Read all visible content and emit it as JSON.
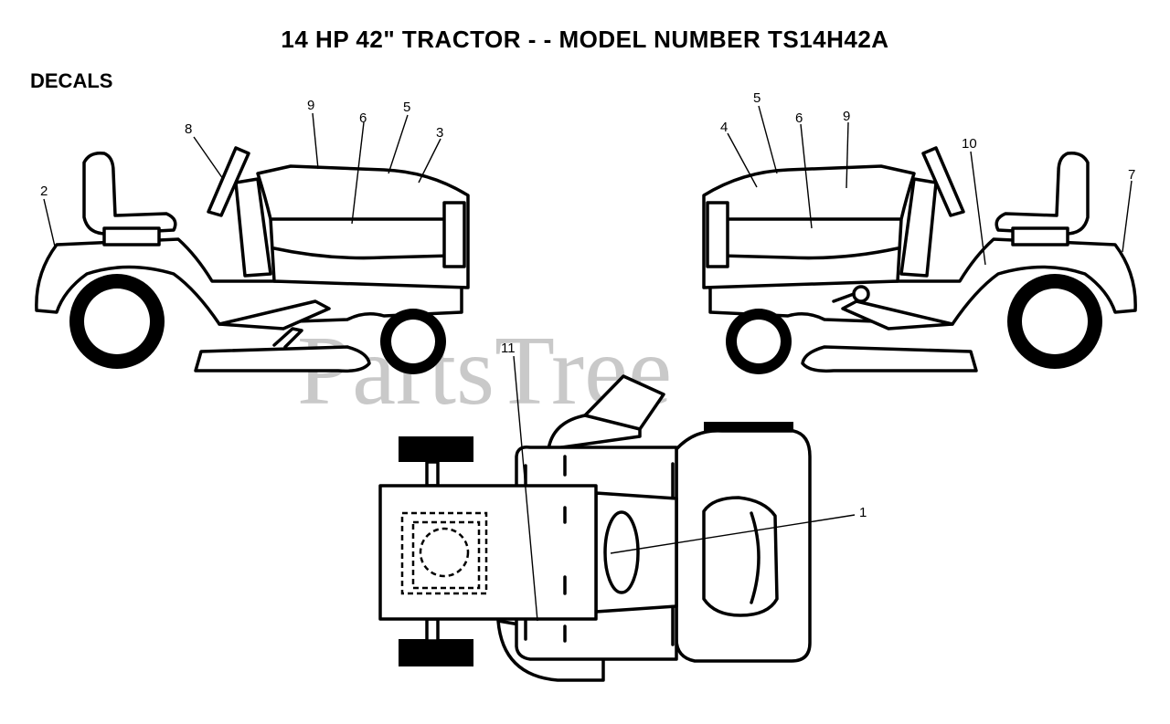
{
  "header": {
    "title": "14 HP 42\" TRACTOR - - MODEL NUMBER TS14H42A",
    "section": "DECALS"
  },
  "watermark": "PartsTree",
  "callouts": [
    {
      "id": "callout-1",
      "label": "1"
    },
    {
      "id": "callout-2",
      "label": "2"
    },
    {
      "id": "callout-3",
      "label": "3"
    },
    {
      "id": "callout-4",
      "label": "4"
    },
    {
      "id": "callout-5-left",
      "label": "5"
    },
    {
      "id": "callout-5-right",
      "label": "5"
    },
    {
      "id": "callout-6-left",
      "label": "6"
    },
    {
      "id": "callout-6-right",
      "label": "6"
    },
    {
      "id": "callout-7",
      "label": "7"
    },
    {
      "id": "callout-8",
      "label": "8"
    },
    {
      "id": "callout-9-left",
      "label": "9"
    },
    {
      "id": "callout-9-right",
      "label": "9"
    },
    {
      "id": "callout-10",
      "label": "10"
    },
    {
      "id": "callout-11",
      "label": "11"
    }
  ]
}
